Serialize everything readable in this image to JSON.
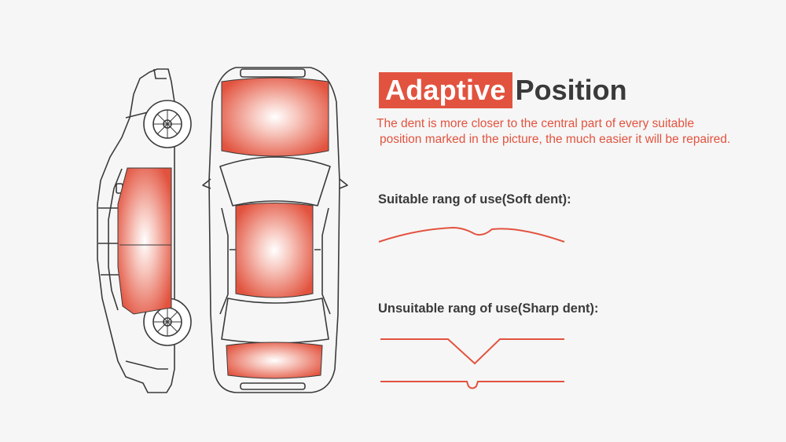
{
  "title": {
    "highlight": "Adaptive",
    "rest": "Position"
  },
  "description": {
    "line1": "The dent is more closer to the central part of every suitable",
    "line2": "position marked in the picture, the much easier it will be repaired."
  },
  "soft_label": "Suitable rang of use(Soft dent):",
  "sharp_label": "Unsuitable rang of use(Sharp dent):",
  "colors": {
    "accent": "#e2533f",
    "text_dark": "#3a3a3a",
    "background": "#f6f6f6"
  }
}
